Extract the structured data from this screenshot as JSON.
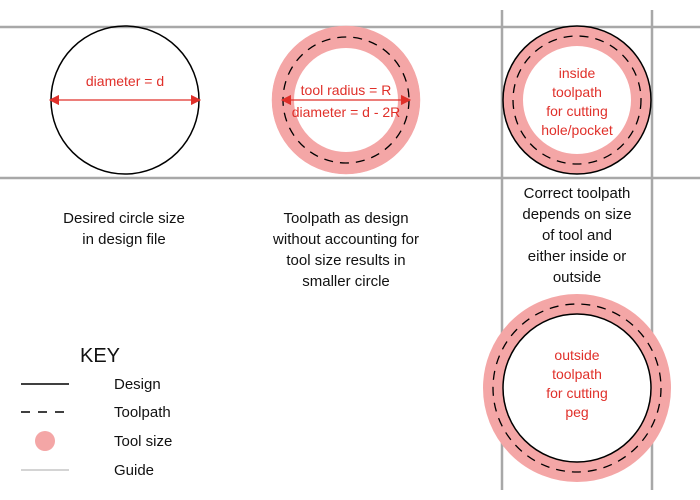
{
  "circles": {
    "design": {
      "label": "diameter = d"
    },
    "toolpath_smaller": {
      "label_line1": "tool radius = R",
      "label_line2": "diameter = d - 2R"
    },
    "inside": {
      "label_lines": [
        "inside",
        "toolpath",
        "for cutting",
        "hole/pocket"
      ]
    },
    "outside": {
      "label_lines": [
        "outside",
        "toolpath",
        "for cutting",
        "peg"
      ]
    }
  },
  "captions": {
    "design_lines": [
      "Desired circle size",
      "in design file"
    ],
    "toolpath_lines": [
      "Toolpath as design",
      "without accounting for",
      "tool size results in",
      "smaller circle"
    ],
    "correct_lines": [
      "Correct toolpath",
      "depends on size",
      "of tool and",
      "either inside or",
      "outside"
    ]
  },
  "key": {
    "title": "KEY",
    "items": [
      {
        "symbol": "solid-line-icon",
        "label": "Design"
      },
      {
        "symbol": "dashed-line-icon",
        "label": "Toolpath"
      },
      {
        "symbol": "pink-dot-icon",
        "label": "Tool size"
      },
      {
        "symbol": "thin-gray-line-icon",
        "label": "Guide"
      }
    ]
  },
  "colors": {
    "tool": "#f4a6a6",
    "annotation": "#e0302a",
    "guide": "#a8a8a8",
    "design": "#000000"
  }
}
